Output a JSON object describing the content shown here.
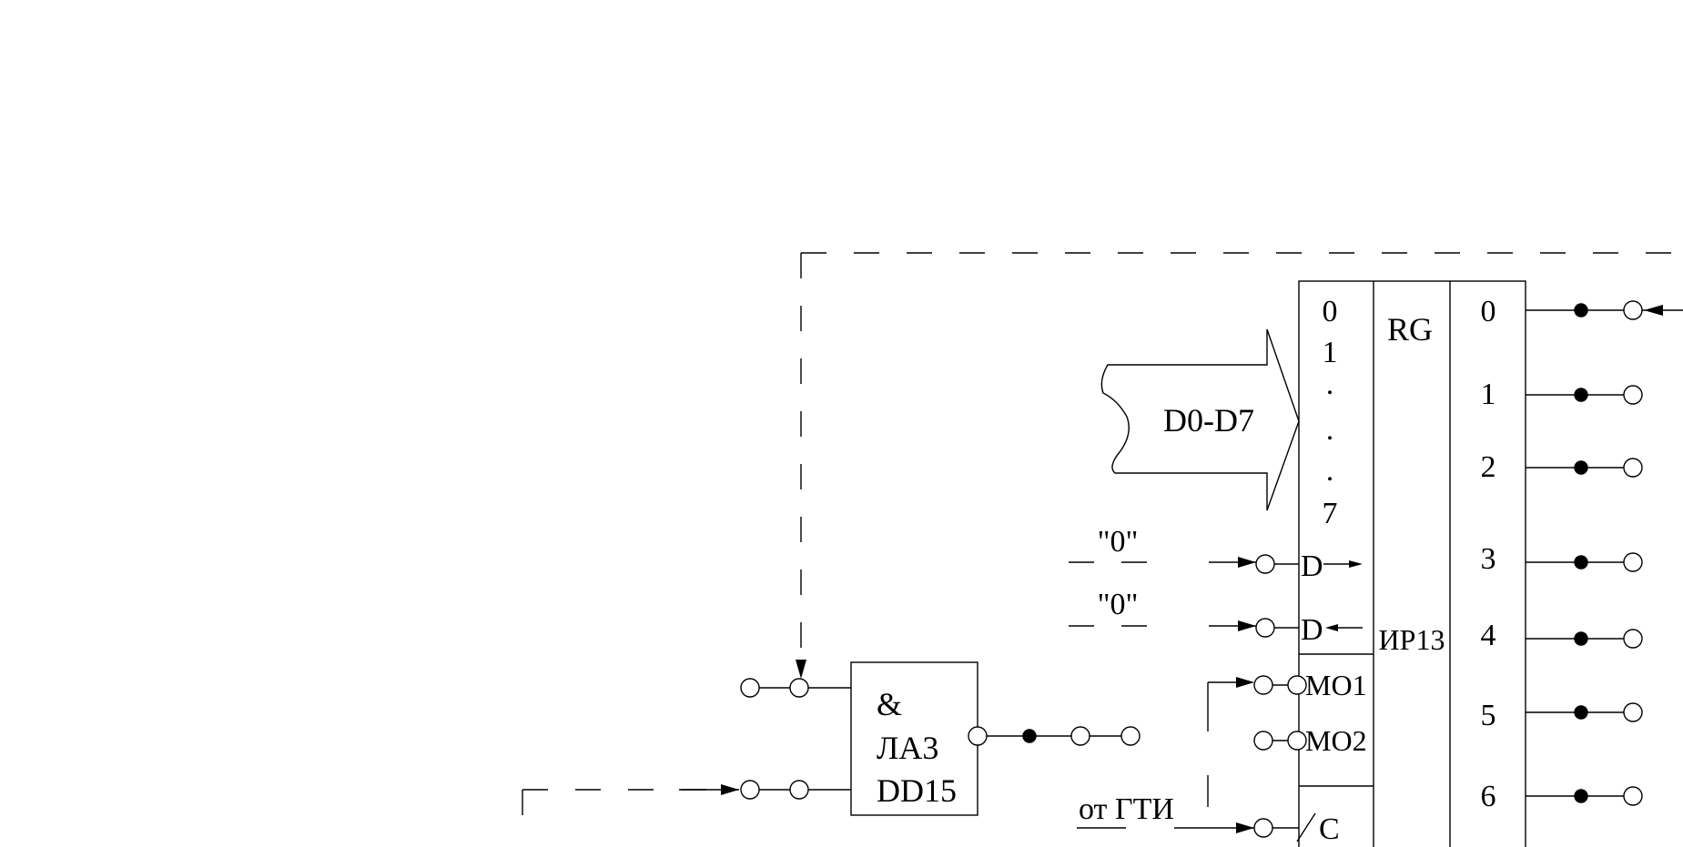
{
  "register": {
    "name": "RG",
    "part": "ИР13",
    "inputs": {
      "d0": "0",
      "d1": "1",
      "dot": ".",
      "d7": "7"
    },
    "shift_right": "D",
    "shift_left": "D",
    "mode1": "MO1",
    "mode2": "MO2",
    "clock": "C",
    "outputs": [
      "0",
      "1",
      "2",
      "3",
      "4",
      "5",
      "6"
    ]
  },
  "bus": {
    "label": "D0-D7"
  },
  "zero_label_1": "\"0\"",
  "zero_label_2": "\"0\"",
  "gate": {
    "symbol": "&",
    "type": "ЛА3",
    "ref": "DD15"
  },
  "clock_source": "от ГТИ"
}
